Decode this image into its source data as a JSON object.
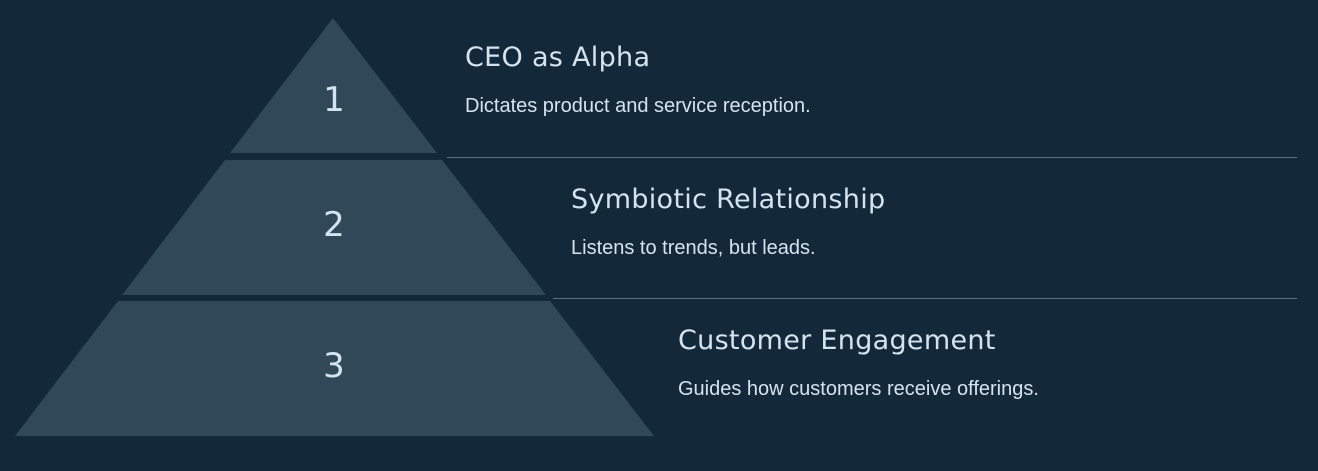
{
  "colors": {
    "background": "#132838",
    "tier": "#314858",
    "text": "#d3e4f0",
    "divider": "#5a6e7c"
  },
  "tiers": [
    {
      "number": "1",
      "title": "CEO as Alpha",
      "description": "Dictates product and service reception."
    },
    {
      "number": "2",
      "title": "Symbiotic Relationship",
      "description": "Listens to trends, but leads."
    },
    {
      "number": "3",
      "title": "Customer Engagement",
      "description": "Guides how customers receive offerings."
    }
  ]
}
